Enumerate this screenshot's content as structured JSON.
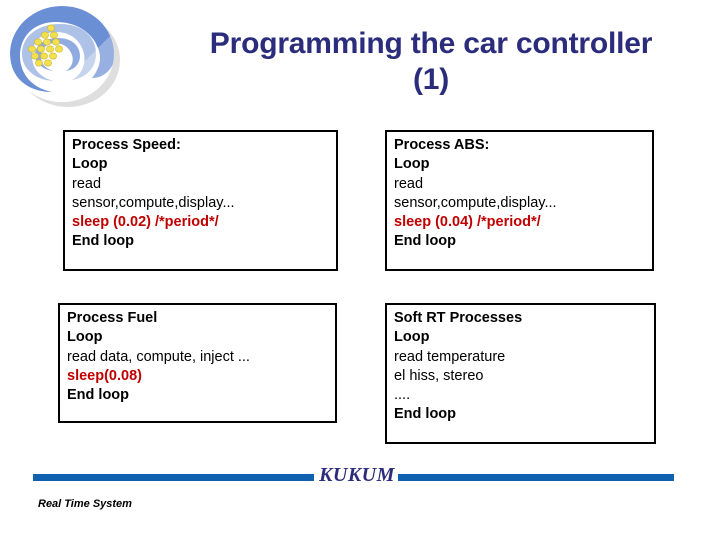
{
  "slide": {
    "title_line1": "Programming the car controller",
    "title_line2": "(1)",
    "title_color": "#2b2d7c"
  },
  "logo": {
    "name": "kukum-swirl-logo",
    "swirl_color": "#6b8fd4",
    "dot_color": "#f2e14c"
  },
  "boxes": [
    {
      "id": "process-speed",
      "lines": [
        {
          "text": "Process Speed:",
          "style": "bold"
        },
        {
          "text": "Loop",
          "style": "bold"
        },
        {
          "text": "read",
          "style": "normal"
        },
        {
          "text": "sensor,compute,display...",
          "style": "normal"
        },
        {
          "text": "sleep (0.02) /*period*/",
          "style": "red"
        },
        {
          "text": "End loop",
          "style": "bold"
        }
      ]
    },
    {
      "id": "process-abs",
      "lines": [
        {
          "text": "Process ABS:",
          "style": "bold"
        },
        {
          "text": "Loop",
          "style": "bold"
        },
        {
          "text": "read",
          "style": "normal"
        },
        {
          "text": "sensor,compute,display...",
          "style": "normal"
        },
        {
          "text": "sleep (0.04) /*period*/",
          "style": "red"
        },
        {
          "text": "End loop",
          "style": "bold"
        }
      ]
    },
    {
      "id": "process-fuel",
      "lines": [
        {
          "text": "Process Fuel",
          "style": "bold"
        },
        {
          "text": "Loop",
          "style": "bold"
        },
        {
          "text": "read data, compute, inject ...",
          "style": "normal"
        },
        {
          "text": "sleep(0.08)",
          "style": "red"
        },
        {
          "text": "End loop",
          "style": "bold"
        }
      ]
    },
    {
      "id": "soft-rt-processes",
      "lines": [
        {
          "text": "Soft RT Processes",
          "style": "bold"
        },
        {
          "text": "Loop",
          "style": "bold"
        },
        {
          "text": "read temperature",
          "style": "normal"
        },
        {
          "text": "el hiss, stereo",
          "style": "normal"
        },
        {
          "text": "....",
          "style": "normal"
        },
        {
          "text": "End loop",
          "style": "bold"
        }
      ]
    }
  ],
  "footer": {
    "brand": "KUKUM",
    "note": "Real Time System",
    "bar_color": "#1062b0",
    "brand_color": "#2b2d7c"
  }
}
